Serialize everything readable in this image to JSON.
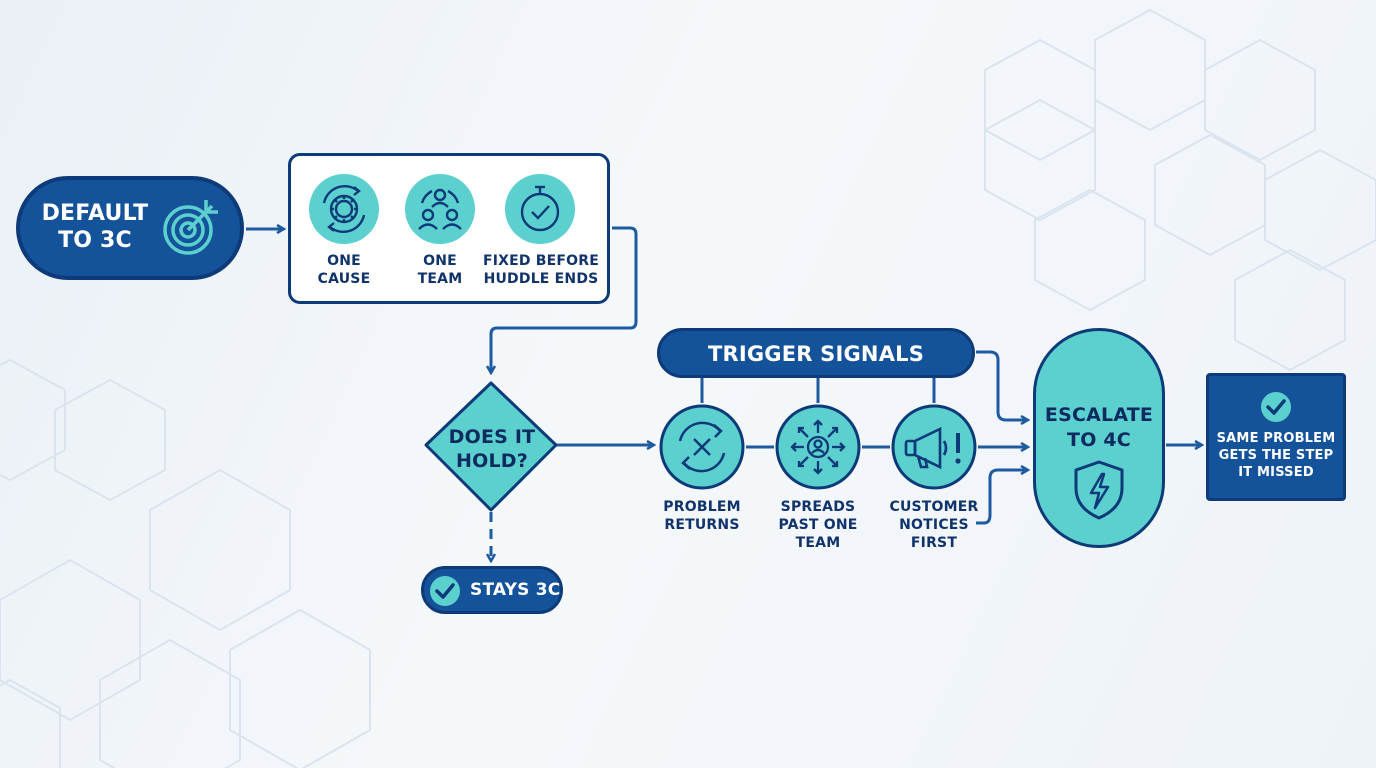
{
  "start": {
    "label_line1": "DEFAULT",
    "label_line2": "TO 3C",
    "icon": "target-icon"
  },
  "criteria": [
    {
      "line1": "ONE",
      "line2": "CAUSE",
      "icon": "gear-cycle-icon"
    },
    {
      "line1": "ONE",
      "line2": "TEAM",
      "icon": "team-icon"
    },
    {
      "line1": "FIXED BEFORE",
      "line2": "HUDDLE ENDS",
      "icon": "stopwatch-check-icon"
    }
  ],
  "decision": {
    "line1": "DOES IT",
    "line2": "HOLD?"
  },
  "stays": {
    "label": "STAYS 3C",
    "icon": "check-circle-icon"
  },
  "trigger": {
    "label": "TRIGGER SIGNALS"
  },
  "signals": [
    {
      "line1": "PROBLEM",
      "line2": "RETURNS",
      "line3": "",
      "icon": "cycle-x-icon"
    },
    {
      "line1": "SPREADS",
      "line2": "PAST ONE",
      "line3": "TEAM",
      "icon": "spread-person-icon"
    },
    {
      "line1": "CUSTOMER",
      "line2": "NOTICES",
      "line3": "FIRST",
      "icon": "megaphone-alert-icon"
    }
  ],
  "escalate": {
    "line1": "ESCALATE",
    "line2": "TO 4C",
    "icon": "shield-bolt-icon"
  },
  "outcome": {
    "line1": "SAME PROBLEM",
    "line2": "GETS THE STEP",
    "line3": "IT MISSED",
    "icon": "check-circle-icon"
  },
  "colors": {
    "navy": "#0d3a78",
    "blue": "#14529a",
    "teal": "#5ccfcf",
    "arrow": "#1d5aa0",
    "text_dark": "#10336b"
  }
}
